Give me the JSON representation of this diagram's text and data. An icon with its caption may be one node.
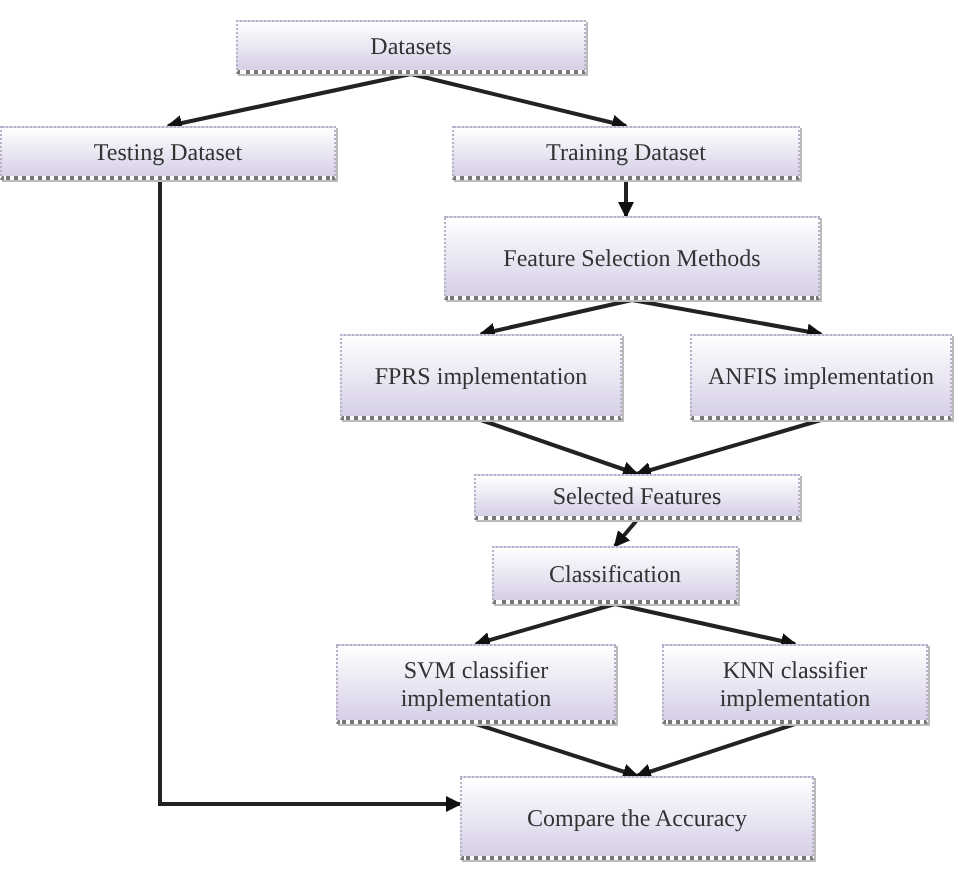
{
  "diagram": {
    "nodes": [
      {
        "text": [
          "Datasets"
        ]
      },
      {
        "text": [
          "Testing Dataset"
        ]
      },
      {
        "text": [
          "Training Dataset"
        ]
      },
      {
        "text": [
          "Feature Selection Methods"
        ]
      },
      {
        "text": [
          "FPRS implementation"
        ]
      },
      {
        "text": [
          "ANFIS implementation"
        ]
      },
      {
        "text": [
          "Selected Features"
        ]
      },
      {
        "text": [
          "Classification"
        ]
      },
      {
        "text": [
          "SVM classifier implementation"
        ]
      },
      {
        "text": [
          "KNN classifier implementation"
        ]
      },
      {
        "text": [
          "Compare the Accuracy"
        ]
      }
    ],
    "edges": [
      {
        "from": 0,
        "to": 1,
        "arrow": "to"
      },
      {
        "from": 0,
        "to": 2,
        "arrow": "to"
      },
      {
        "from": 2,
        "to": 3,
        "arrow": "to"
      },
      {
        "from": 3,
        "to": 4,
        "arrow": "to"
      },
      {
        "from": 3,
        "to": 5,
        "arrow": "to"
      },
      {
        "from": 4,
        "to": 6,
        "arrow": "to"
      },
      {
        "from": 5,
        "to": 6,
        "arrow": "to"
      },
      {
        "from": 6,
        "to": 7,
        "arrow": "to"
      },
      {
        "from": 7,
        "to": 8,
        "arrow": "to"
      },
      {
        "from": 7,
        "to": 9,
        "arrow": "to"
      },
      {
        "from": 8,
        "to": 10,
        "arrow": "to"
      },
      {
        "from": 9,
        "to": 10,
        "arrow": "to"
      },
      {
        "from": 1,
        "to": 10,
        "arrow": "to"
      }
    ]
  }
}
